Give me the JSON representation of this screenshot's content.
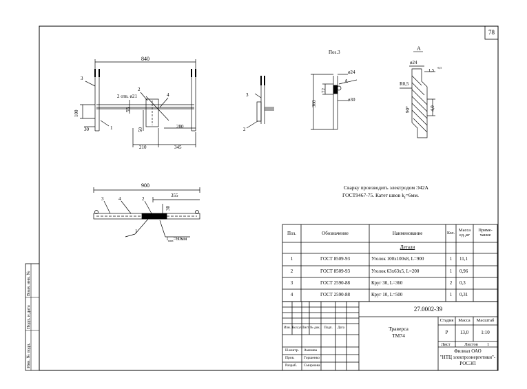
{
  "sheet": {
    "page_number": "78",
    "note_line1": "Сварку производить электродом Э42А",
    "note_line2": "ГОСТ9467-75. Катет швов k",
    "note_sub": "f",
    "note_tail": "=6мм."
  },
  "drawing_main": {
    "dim_840": "840",
    "dim_100": "100",
    "dim_30": "30",
    "dim_55": "55",
    "dim_50": "50",
    "dim_280": "280",
    "dim_210": "210",
    "dim_345": "345",
    "holes_label": "2 отв.  ø21",
    "callout_1": "1",
    "callout_2": "2",
    "callout_3": "3",
    "callout_4": "4"
  },
  "drawing_side": {
    "callout_3": "3",
    "callout_2": "2"
  },
  "drawing_pos3": {
    "title": "Поз.3",
    "dim_24": "ø24",
    "dim_72": "72",
    "dim_360": "360",
    "dim_30": "ø30",
    "section": "А"
  },
  "drawing_section_a": {
    "title": "А",
    "dim_24": "ø24",
    "dim_15": "1,5",
    "dim_15_sup": "+0,5",
    "dim_r": "R0,5",
    "dim_90": "90°",
    "dim_40": "4,0"
  },
  "drawing_bottom": {
    "dim_900": "900",
    "dim_355": "355",
    "dim_30": "30",
    "callout_3": "3",
    "callout_4": "4",
    "callout_2": "2",
    "callout_1": "1",
    "weld_label": "l",
    "weld_sub": "шва",
    "weld_value": "=60мм"
  },
  "bom": {
    "headers": [
      "Поз.",
      "Обозначение",
      "Наименование",
      "Кол.",
      "Масса ед.,кг",
      "Приме- чание"
    ],
    "section_title": "Детали",
    "rows": [
      {
        "pos": "1",
        "designation": "ГОСТ 8509-93",
        "name": "Уголок 100х100х8, L=900",
        "qty": "1",
        "mass": "11,1"
      },
      {
        "pos": "2",
        "designation": "ГОСТ 8509-93",
        "name": "Уголок 63х63х5, L=200",
        "qty": "1",
        "mass": "0,96"
      },
      {
        "pos": "3",
        "designation": "ГОСТ 2590-88",
        "name": "Круг 30, L=360",
        "qty": "2",
        "mass": "0,3"
      },
      {
        "pos": "4",
        "designation": "ГОСТ 2590-88",
        "name": "Круг 10, L=500",
        "qty": "1",
        "mass": "0,31"
      }
    ]
  },
  "title_block": {
    "doc_number": "27.0002-39",
    "name_line1": "Траверса",
    "name_line2": "ТМ74",
    "stage_label": "Стадия",
    "mass_label": "Масса",
    "scale_label": "Масштаб",
    "stage": "Р",
    "mass": "13,0",
    "scale": "1:10",
    "sheet_label": "Лист",
    "sheets_label": "Листов",
    "sheets_value": "1",
    "org_line1": "Филиал ОАО",
    "org_line2": "\"НТЦ электроэнергетики\"-",
    "org_line3": "РОСЭП",
    "rev_headers": [
      "Изм.",
      "Кол.уч.",
      "Лист",
      "№ док.",
      "Подп.",
      "Дата"
    ],
    "staff": [
      {
        "role": "Н.контр.",
        "name": "Амешва"
      },
      {
        "role": "Пров.",
        "name": "Горшенко"
      },
      {
        "role": "Разраб.",
        "name": "Смирнова"
      }
    ]
  },
  "margin_stamp": {
    "inv_orig": "Инв. № подл.",
    "sign_date": "Подп. и дата",
    "inv_repl": "Взам. инв. №"
  }
}
